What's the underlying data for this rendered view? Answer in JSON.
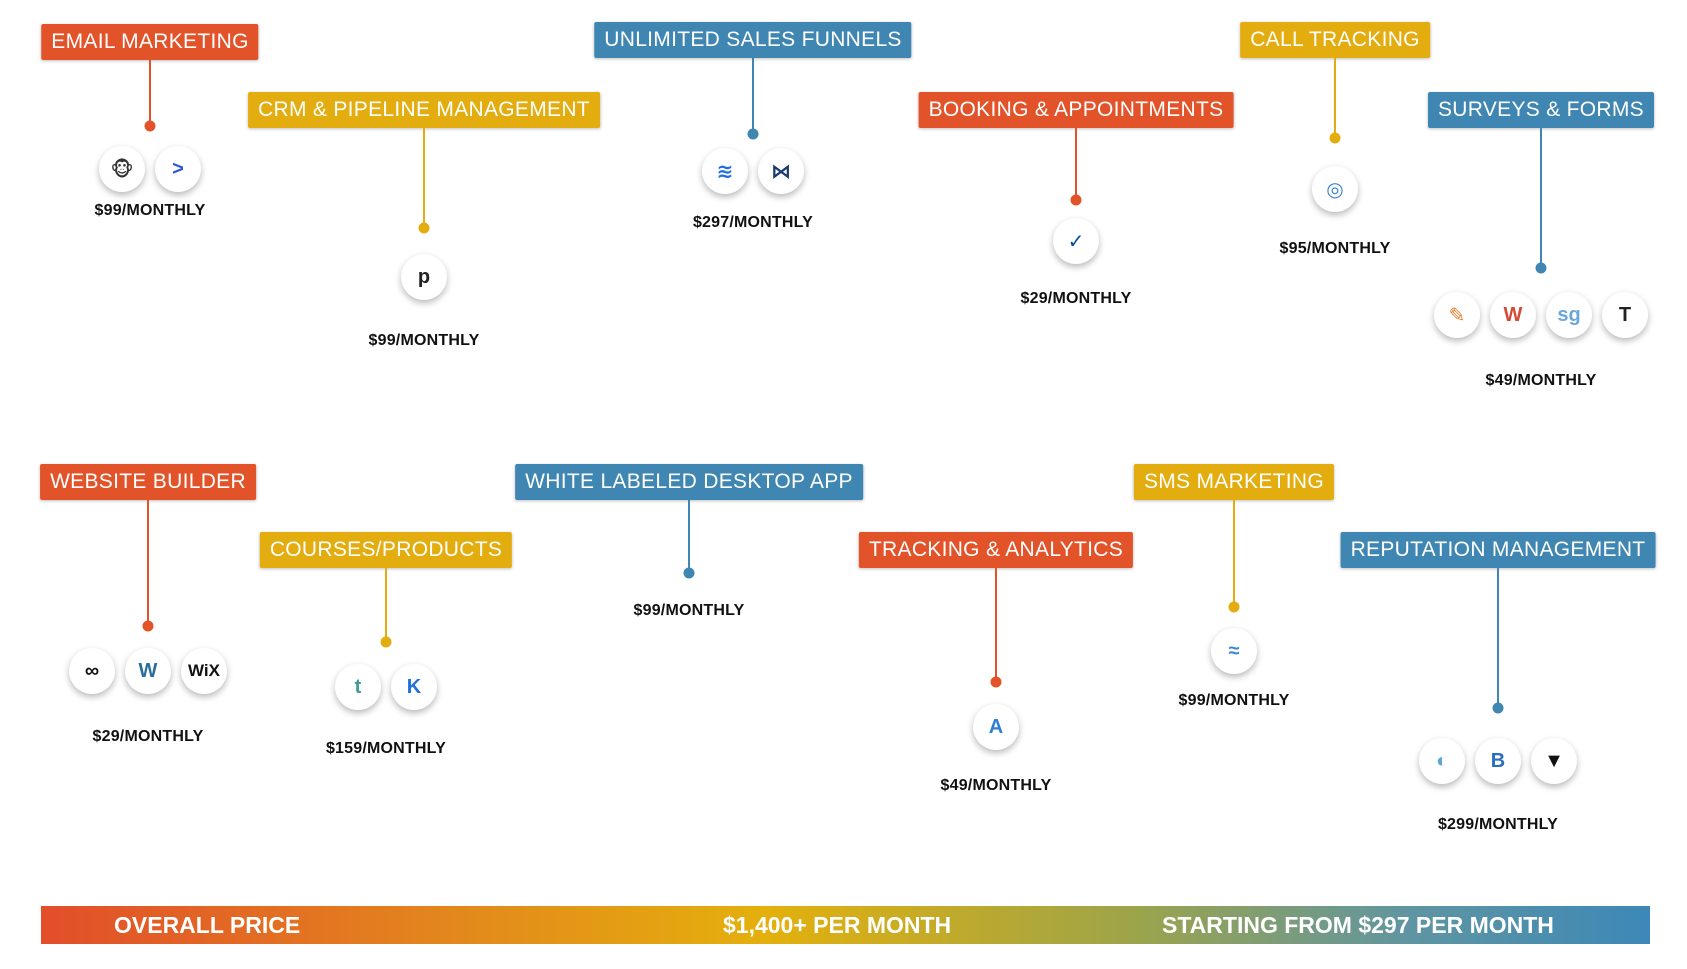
{
  "features": [
    {
      "id": "email-marketing",
      "label": "EMAIL MARKETING",
      "color": "red",
      "price": "$99/MONTHLY",
      "icons": [
        {
          "name": "mailchimp-icon",
          "glyph": "🐵",
          "color": "#333"
        },
        {
          "name": "activecampaign-icon",
          "glyph": ">",
          "color": "#2a56d8"
        }
      ]
    },
    {
      "id": "crm-pipeline",
      "label": "CRM & PIPELINE MANAGEMENT",
      "color": "yellow",
      "price": "$99/MONTHLY",
      "icons": [
        {
          "name": "pipedrive-icon",
          "glyph": "p",
          "color": "#222"
        }
      ]
    },
    {
      "id": "sales-funnels",
      "label": "UNLIMITED SALES FUNNELS",
      "color": "blue",
      "price": "$297/MONTHLY",
      "icons": [
        {
          "name": "layers-icon",
          "glyph": "≋",
          "color": "#1f6fe0"
        },
        {
          "name": "clickfunnels-icon",
          "glyph": "⋈",
          "color": "#1c3a6e"
        }
      ]
    },
    {
      "id": "booking",
      "label": "BOOKING & APPOINTMENTS",
      "color": "red",
      "price": "$29/MONTHLY",
      "icons": [
        {
          "name": "calendly-icon",
          "glyph": "✓",
          "color": "#0a4aa8"
        }
      ]
    },
    {
      "id": "call-tracking",
      "label": "CALL TRACKING",
      "color": "yellow",
      "price": "$95/MONTHLY",
      "icons": [
        {
          "name": "callrail-icon",
          "glyph": "◎",
          "color": "#3a86d6"
        }
      ]
    },
    {
      "id": "surveys-forms",
      "label": "SURVEYS & FORMS",
      "color": "blue",
      "price": "$49/MONTHLY",
      "icons": [
        {
          "name": "jotform-icon",
          "glyph": "✎",
          "color": "#e67b2c"
        },
        {
          "name": "wufoo-icon",
          "glyph": "W",
          "color": "#d24b35"
        },
        {
          "name": "surveygizmo-icon",
          "glyph": "sg",
          "color": "#6aa7d8"
        },
        {
          "name": "typeform-icon",
          "glyph": "T",
          "color": "#222"
        }
      ]
    },
    {
      "id": "website-builder",
      "label": "WEBSITE BUILDER",
      "color": "red",
      "price": "$29/MONTHLY",
      "icons": [
        {
          "name": "squarespace-icon",
          "glyph": "∞",
          "color": "#111"
        },
        {
          "name": "wordpress-icon",
          "glyph": "W",
          "color": "#2a6e9a"
        },
        {
          "name": "wix-icon",
          "glyph": "WiX",
          "color": "#111"
        }
      ]
    },
    {
      "id": "courses-products",
      "label": "COURSES/PRODUCTS",
      "color": "yellow",
      "price": "$159/MONTHLY",
      "icons": [
        {
          "name": "teachable-icon",
          "glyph": "t",
          "color": "#3d9a92"
        },
        {
          "name": "kajabi-icon",
          "glyph": "K",
          "color": "#1f6fe0"
        }
      ]
    },
    {
      "id": "desktop-app",
      "label": "WHITE LABELED DESKTOP APP",
      "color": "blue",
      "price": "$99/MONTHLY",
      "icons": []
    },
    {
      "id": "tracking-analytics",
      "label": "TRACKING & ANALYTICS",
      "color": "red",
      "price": "$49/MONTHLY",
      "icons": [
        {
          "name": "analytics-icon",
          "glyph": "A",
          "color": "#2f7fd8"
        }
      ]
    },
    {
      "id": "sms-marketing",
      "label": "SMS MARKETING",
      "color": "yellow",
      "price": "$99/MONTHLY",
      "icons": [
        {
          "name": "sms-chevrons-icon",
          "glyph": "≈",
          "color": "#3a86d6"
        }
      ]
    },
    {
      "id": "reputation",
      "label": "REPUTATION MANAGEMENT",
      "color": "blue",
      "price": "$299/MONTHLY",
      "icons": [
        {
          "name": "birdeye-icon",
          "glyph": "◐",
          "color": "#5aa6d6"
        },
        {
          "name": "brand-b-icon",
          "glyph": "B",
          "color": "#2a6ec4"
        },
        {
          "name": "podium-icon",
          "glyph": "▼",
          "color": "#111"
        }
      ]
    }
  ],
  "price_bar": {
    "overall_label": "OVERALL PRICE",
    "total": "$1,400+ PER MONTH",
    "starting": "STARTING FROM $297 PER MONTH"
  }
}
